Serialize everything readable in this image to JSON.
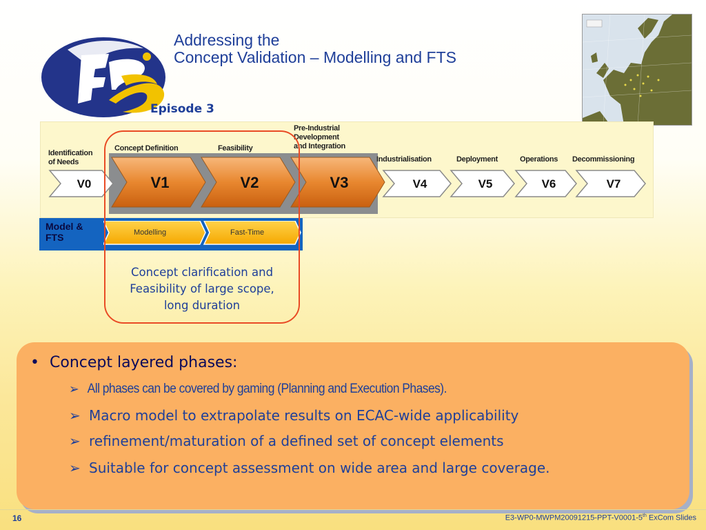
{
  "header": {
    "title_line1": "Addressing the",
    "title_line2": "Concept Validation – Modelling and FTS",
    "episode": "Episode 3"
  },
  "phases": [
    {
      "code": "V0",
      "label": [
        "Identification",
        "of Needs"
      ]
    },
    {
      "code": "V1",
      "label": [
        "Concept Definition"
      ]
    },
    {
      "code": "V2",
      "label": [
        "Feasibility"
      ]
    },
    {
      "code": "V3",
      "label": [
        "Pre-Industrial",
        "Development",
        "and Integration"
      ]
    },
    {
      "code": "V4",
      "label": [
        "Industrialisation"
      ]
    },
    {
      "code": "V5",
      "label": [
        "Deployment"
      ]
    },
    {
      "code": "V6",
      "label": [
        "Operations"
      ]
    },
    {
      "code": "V7",
      "label": [
        "Decommissioning"
      ]
    }
  ],
  "model_fts": {
    "label": "Model & FTS",
    "modelling": "Modelling",
    "fast_time": "Fast-Time"
  },
  "clarification": "Concept clarification and Feasibility of large scope, long duration",
  "bullets": {
    "main": "Concept layered phases:",
    "items": [
      "All phases can be covered by gaming (Planning and Execution Phases).",
      "Macro model to extrapolate results on ECAC-wide applicability",
      "refinement/maturation of a defined set of concept elements",
      "Suitable for concept assessment on wide area and large coverage."
    ]
  },
  "footer": {
    "page": "16",
    "ref_pre": "E3-WP0-MWPM20091215-PPT-V0001-5",
    "ref_sup": "th",
    "ref_post": " ExCom Slides"
  },
  "colors": {
    "title_blue": "#1f3f99",
    "orange_box": "#fbb062",
    "oval_red": "#e94b25",
    "fts_blue": "#1464c0"
  }
}
